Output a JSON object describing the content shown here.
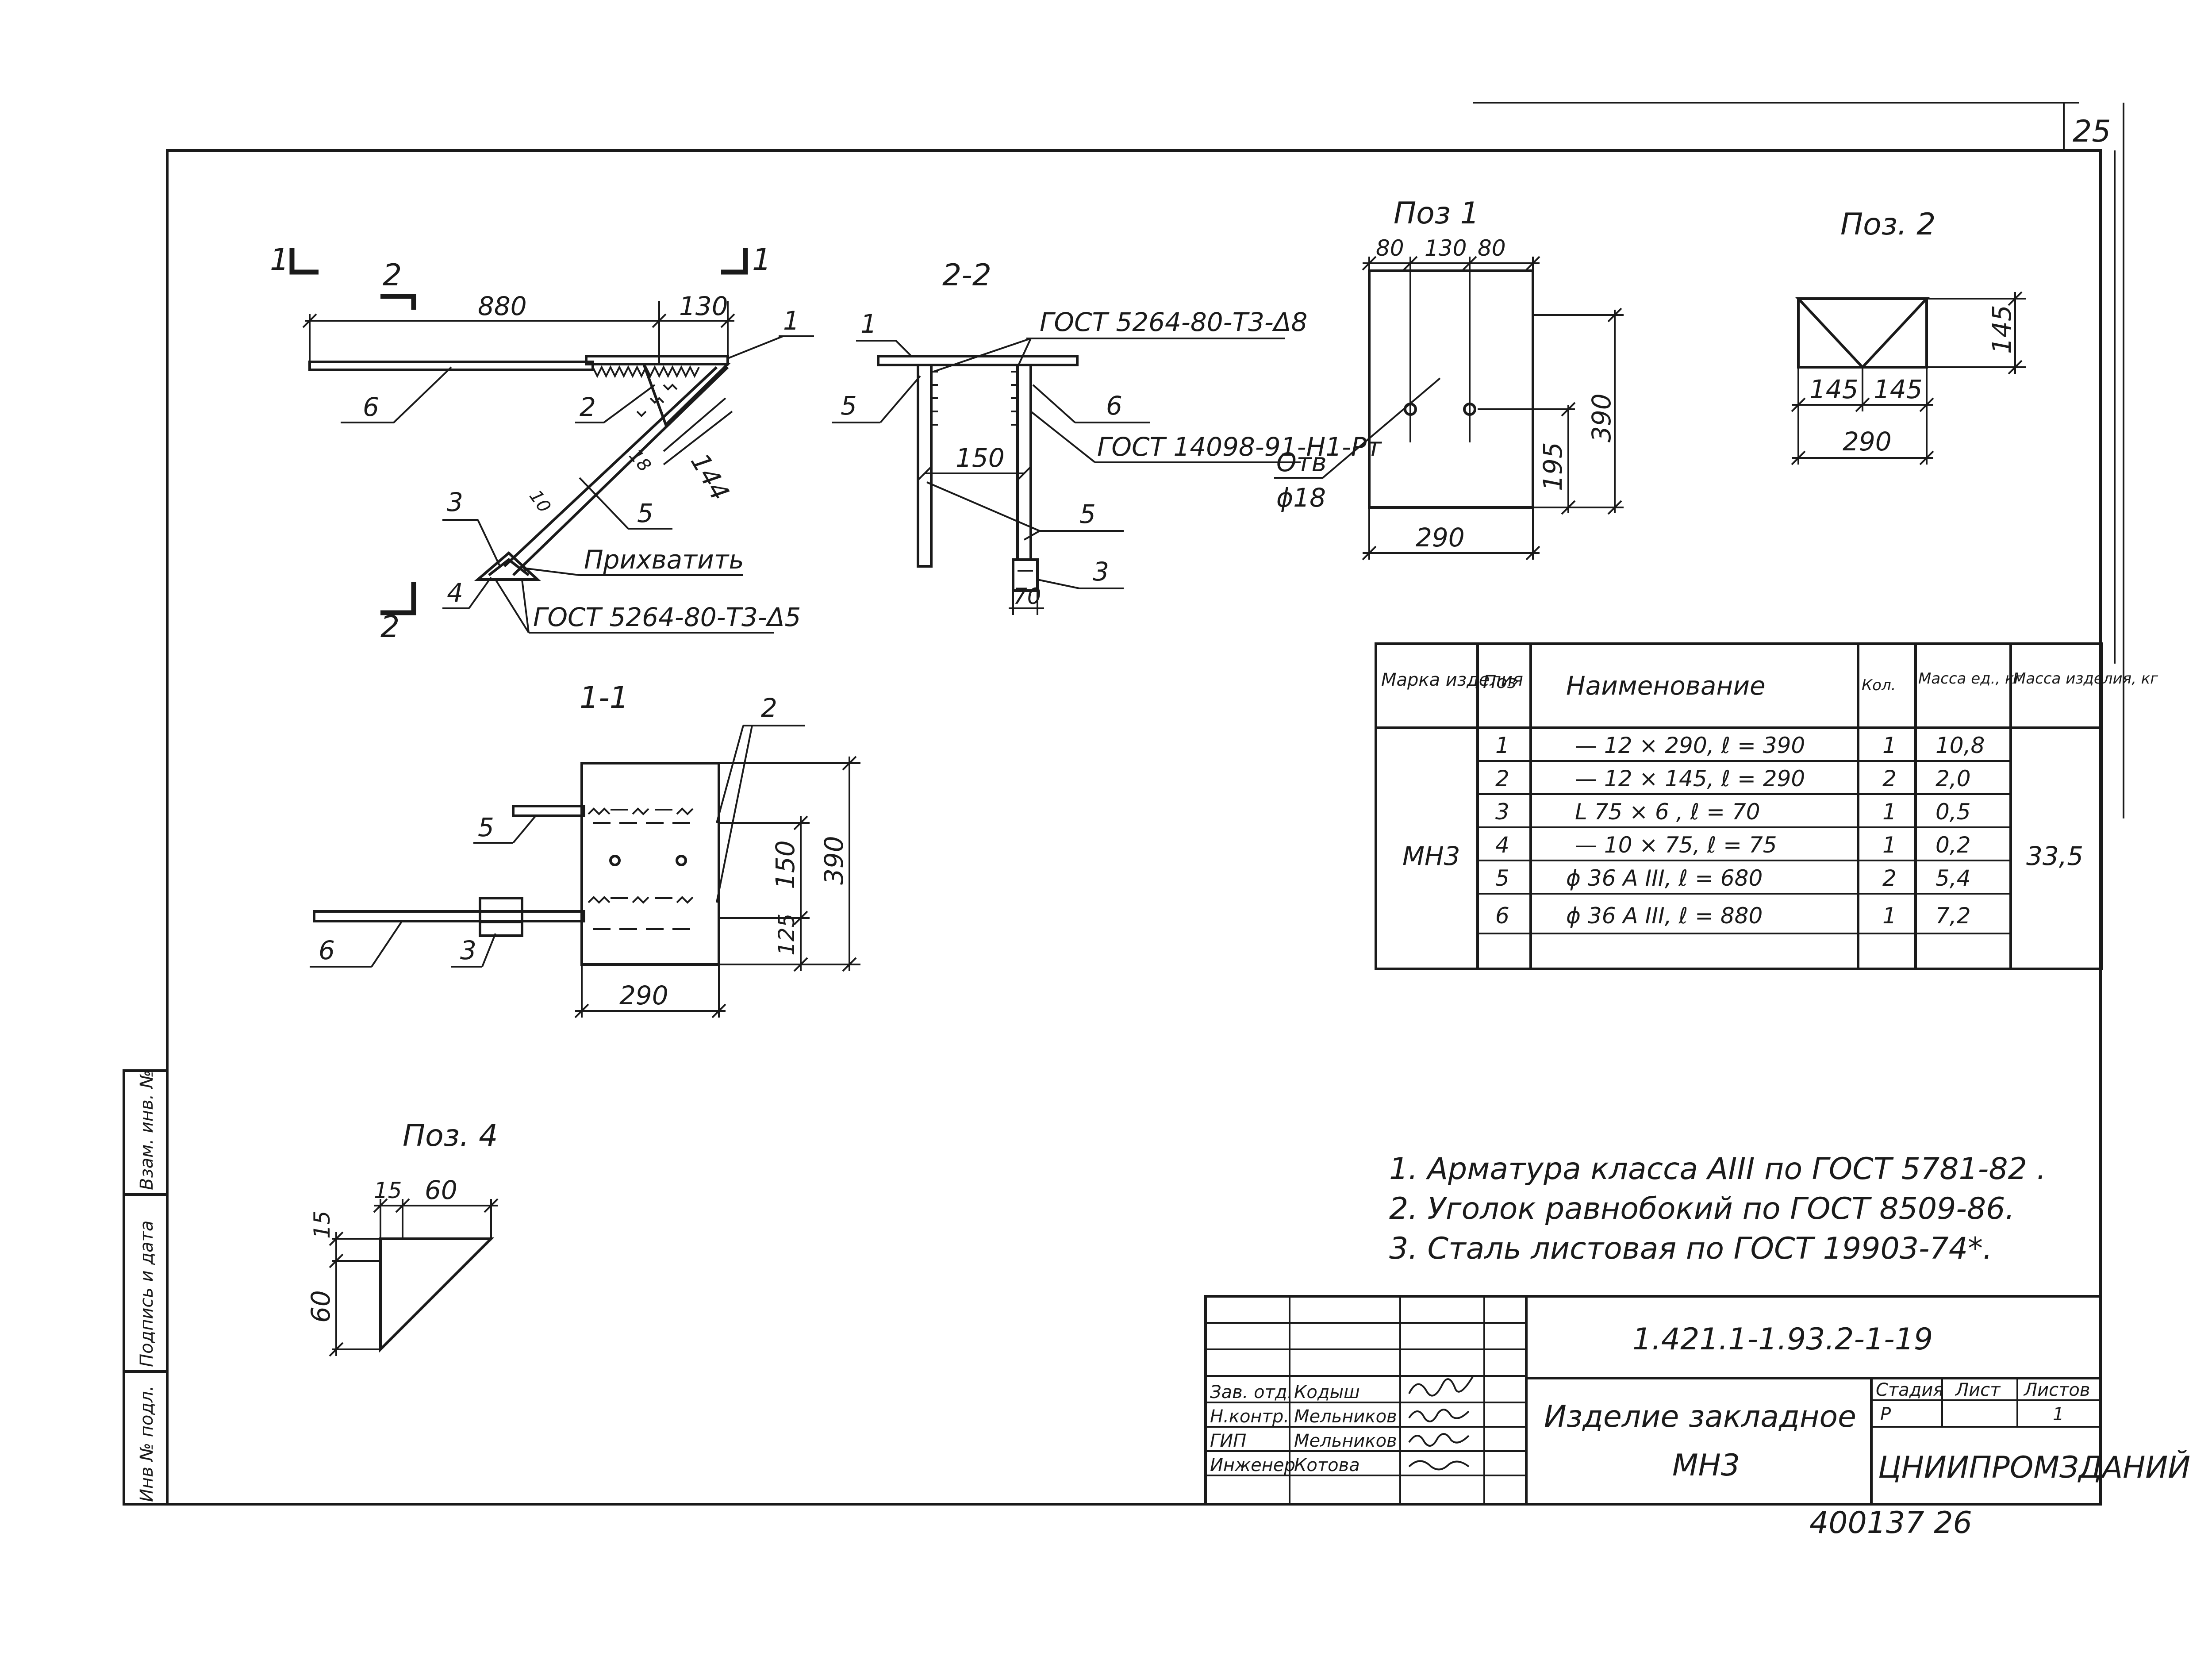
{
  "sheet_corner_number": "25",
  "section_marks": {
    "mark_1": "1",
    "mark_2": "2"
  },
  "main_view": {
    "dims": {
      "d880": "880",
      "d130": "130",
      "d144": "144",
      "d18": "18",
      "d10": "10"
    },
    "callouts": {
      "c1": "1",
      "c2": "2",
      "c3": "3",
      "c4": "4",
      "c5": "5",
      "c6": "6"
    },
    "weld_note_top": "ГОСТ 5264-80-Т3-Δ8",
    "tack_note": "Прихватить",
    "weld_note_bottom": "ГОСТ 5264-80-Т3-Δ5"
  },
  "section_2_2": {
    "title": "2-2",
    "dims": {
      "d150": "150",
      "d70": "70"
    },
    "callouts": {
      "c1": "1",
      "c3": "3",
      "c5a": "5",
      "c5b": "5",
      "c6": "6"
    },
    "gost_note": "ГОСТ 14098-91-Н1-Рт"
  },
  "pos_1": {
    "title": "Поз 1",
    "dims": {
      "d80a": "80",
      "d130": "130",
      "d80b": "80",
      "d390": "390",
      "d195": "195",
      "d290": "290"
    },
    "hole_label": "Отв",
    "hole_dia": "ϕ18"
  },
  "pos_2": {
    "title": "Поз. 2",
    "dims": {
      "d145v": "145",
      "d145a": "145",
      "d145b": "145",
      "d290": "290"
    }
  },
  "section_1_1": {
    "title": "1-1",
    "dims": {
      "d150": "150",
      "d125": "125",
      "d390": "390",
      "d290": "290"
    },
    "callouts": {
      "c2": "2",
      "c3": "3",
      "c5": "5",
      "c6": "6"
    }
  },
  "pos_4": {
    "title": "Поз. 4",
    "dims": {
      "d15h": "15",
      "d60h": "60",
      "d15v": "15",
      "d60v": "60"
    }
  },
  "spec_table": {
    "headers": {
      "mark": "Марка изделия",
      "pos": "Поз",
      "name": "Наименование",
      "qty": "Кол.",
      "unit_mass": "Масса ед., кг",
      "item_mass": "Масса изделия, кг"
    },
    "mark_value": "МН3",
    "item_mass_value": "33,5",
    "rows": [
      {
        "pos": "1",
        "name": "— 12 × 290,  ℓ = 390",
        "qty": "1",
        "mass": "10,8"
      },
      {
        "pos": "2",
        "name": "— 12 × 145,  ℓ = 290",
        "qty": "2",
        "mass": "2,0"
      },
      {
        "pos": "3",
        "name": "L 75 × 6 ,  ℓ = 70",
        "qty": "1",
        "mass": "0,5"
      },
      {
        "pos": "4",
        "name": "— 10 × 75,  ℓ = 75",
        "qty": "1",
        "mass": "0,2"
      },
      {
        "pos": "5",
        "name": "ϕ 36 А III,  ℓ = 680",
        "qty": "2",
        "mass": "5,4"
      },
      {
        "pos": "6",
        "name": "ϕ 36 А III,  ℓ = 880",
        "qty": "1",
        "mass": "7,2"
      }
    ]
  },
  "notes": [
    "1. Арматура класса АIII по ГОСТ 5781-82 .",
    "2. Уголок равнобокий по ГОСТ 8509-86.",
    "3. Сталь листовая по ГОСТ 19903-74*."
  ],
  "side_stamp": {
    "inv_podl": "Инв № подл.",
    "podpis": "Подпись и дата",
    "vzam": "Взам. инв. №"
  },
  "title_block": {
    "code": "1.421.1-1.93.2-1-19",
    "name_line1": "Изделие закладное",
    "name_line2": "МН3",
    "stage_label": "Стадия",
    "sheet_label": "Лист",
    "sheets_label": "Листов",
    "stage_value": "Р",
    "sheets_value": "1",
    "org": "ЦНИИПРОМЗДАНИЙ",
    "people": [
      {
        "role": "Зав. отд.",
        "name": "Кодыш"
      },
      {
        "role": "Н.контр.",
        "name": "Мельников"
      },
      {
        "role": "ГИП",
        "name": "Мельников"
      },
      {
        "role": "Инженер",
        "name": "Котова"
      }
    ]
  },
  "footer_number": "400137   26"
}
